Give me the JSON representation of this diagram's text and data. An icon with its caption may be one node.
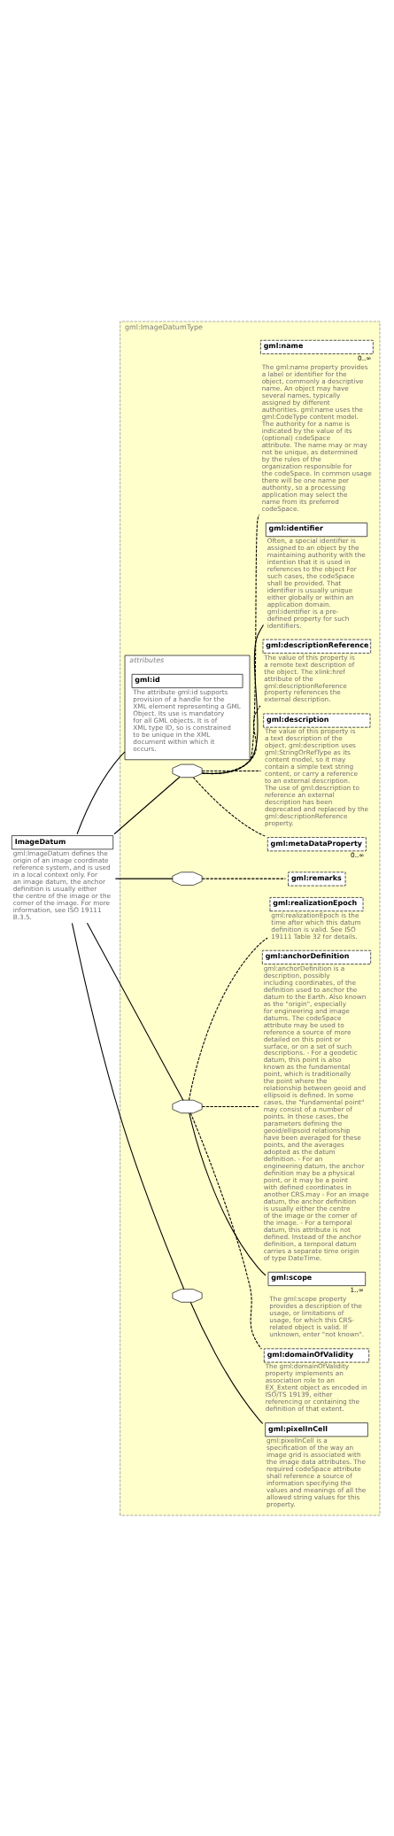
{
  "diagram": {
    "nodes": [
      {
        "text": [
          "ImageDatum"
        ],
        "beside": [
          "gml:ImageDatum defines the origin of an image coordinate reference system, and is used in a local context only. For an image datum, the anchor definition is usually either the centre of the image or the corner of the image. For more information, see ISO 19111 B.3.5."
        ]
      },
      {
        "text": [
          "gml:ImageDatumType"
        ]
      },
      {
        "text": [
          "attributes"
        ],
        "in": 1
      },
      {
        "text": [
          "gml:id"
        ],
        "in": 2,
        "beside": [
          "The attribute gml:id supports provision of a handle for the XML element representing a GML Object. Its use is mandatory for all GML objects. It is of XML type ID, so is constrained to be unique in the XML document within which it occurs."
        ]
      },
      {
        "text": [],
        "shape": "octagon",
        "in": 1
      },
      {
        "text": [
          "gml:metaDataProperty"
        ],
        "in": 1,
        "beside": [
          "0..∞"
        ]
      },
      {
        "text": [
          "gml:description"
        ],
        "in": 1,
        "beside": [
          "The value of this property is a text description of the object. gml:description uses gml:StringOrRefType as its content model, so it may contain a simple text string content, or carry a reference to an external description. The use of gml:description to reference an external description has been deprecated and replaced by the gml:descriptionReference property."
        ]
      },
      {
        "text": [
          "gml:descriptionReference"
        ],
        "in": 1,
        "beside": [
          "The value of this property is a remote text description of the object. The xlink:href attribute of the gml:descriptionReference property references the external description."
        ]
      },
      {
        "text": [
          "gml:identifier"
        ],
        "in": 1,
        "beside": [
          "Often, a special identifier is assigned to an object by the maintaining authority with the intention that it is used in references to the object For such cases, the codeSpace shall be provided. That identifier is usually unique either globally or within an application domain. gml:identifier is a pre-defined property for such identifiers."
        ]
      },
      {
        "text": [
          "gml:name"
        ],
        "in": 1,
        "beside": [
          "0..∞",
          "The gml:name property provides a label or identifier for the object, commonly a descriptive name. An object may have several names, typically assigned by different authorities. gml:name uses the gml:CodeType content model. The authority for a name is indicated by the value of its (optional) codeSpace attribute. The name may or may not be unique, as determined by the rules of the organization responsible for the codeSpace. In common usage there will be one name per authority, so a processing application may select the name from its preferred codeSpace."
        ]
      },
      {
        "text": [],
        "shape": "octagon",
        "in": 1
      },
      {
        "text": [
          "gml:remarks"
        ],
        "in": 1
      },
      {
        "text": [],
        "shape": "octagon",
        "in": 1
      },
      {
        "text": [
          "gml:domainOfValidity"
        ],
        "in": 1,
        "beside": [
          "The gml:domainOfValidity property implements an association role to an EX_Extent object as encoded in ISO/TS 19139, either referencing or containing the definition of that extent."
        ]
      },
      {
        "text": [
          "gml:scope"
        ],
        "in": 1,
        "beside": [
          "1..∞",
          "The gml:scope property provides a description of the usage, or limitations of usage, for which this CRS-related object is valid. If unknown, enter \"not known\"."
        ]
      },
      {
        "text": [
          "gml:anchorDefinition"
        ],
        "in": 1,
        "beside": [
          "gml:anchorDefinition is a description, possibly including coordinates, of the definition used to anchor the datum to the Earth. Also known as the \"origin\", especially for engineering and image datums. The codeSpace attribute may be used to reference a source of more detailed on this point or surface, or on a set of such descriptions. - For a geodetic datum, this point is also known as the fundamental point, which is traditionally the point where the relationship between geoid and ellipsoid is defined. In some cases, the \"fundamental point\" may consist of a number of points. In those cases, the parameters defining the geoid/ellipsoid relationship have been averaged for these points, and the averages adopted as the datum definition. - For an engineering datum, the anchor definition may be a physical point, or it may be a point with defined coordinates in another CRS.may - For an image datum, the anchor definition is usually either the centre of the image or the corner of the image. - For a temporal datum, this attribute is not defined. Instead of the anchor definition, a temporal datum carries a separate time origin of type DateTime."
        ]
      },
      {
        "text": [
          "gml:realizationEpoch"
        ],
        "in": 1,
        "beside": [
          "gml:realizationEpoch is the time after which this datum definition is valid. See ISO 19111 Table 32 for details."
        ]
      },
      {
        "text": [],
        "shape": "octagon",
        "in": 1
      },
      {
        "text": [
          "gml:pixelInCell"
        ],
        "in": 1,
        "beside": [
          "gml:pixelInCell is a specification of the way an image grid is associated with the image data attributes. The required codeSpace attribute shall reference a source of information specifying the values and meanings of all the allowed string values for this property."
        ]
      }
    ],
    "edges": [
      {
        "from": 0,
        "to": 2,
        "arrow": "none"
      },
      {
        "from": 0,
        "to": 4,
        "arrow": "none"
      },
      {
        "from": 0,
        "to": 10,
        "arrow": "none"
      },
      {
        "from": 0,
        "to": 12,
        "arrow": "none"
      },
      {
        "from": 0,
        "to": 17,
        "arrow": "none"
      },
      {
        "from": 4,
        "to": 5,
        "arrow": "none",
        "style": "dashed"
      },
      {
        "from": 4,
        "to": 6,
        "arrow": "none",
        "style": "dashed"
      },
      {
        "from": 4,
        "to": 7,
        "arrow": "none",
        "style": "dashed"
      },
      {
        "from": 4,
        "to": 8,
        "arrow": "none"
      },
      {
        "from": 4,
        "to": 9,
        "arrow": "none",
        "style": "dashed"
      },
      {
        "from": 10,
        "to": 11,
        "arrow": "none",
        "style": "dashed"
      },
      {
        "from": 12,
        "to": 13,
        "arrow": "none",
        "style": "dashed"
      },
      {
        "from": 12,
        "to": 14,
        "arrow": "none"
      },
      {
        "from": 12,
        "to": 15,
        "arrow": "none",
        "style": "dashed"
      },
      {
        "from": 12,
        "to": 16,
        "arrow": "none",
        "style": "dashed"
      },
      {
        "from": 17,
        "to": 18,
        "arrow": "none"
      }
    ]
  }
}
